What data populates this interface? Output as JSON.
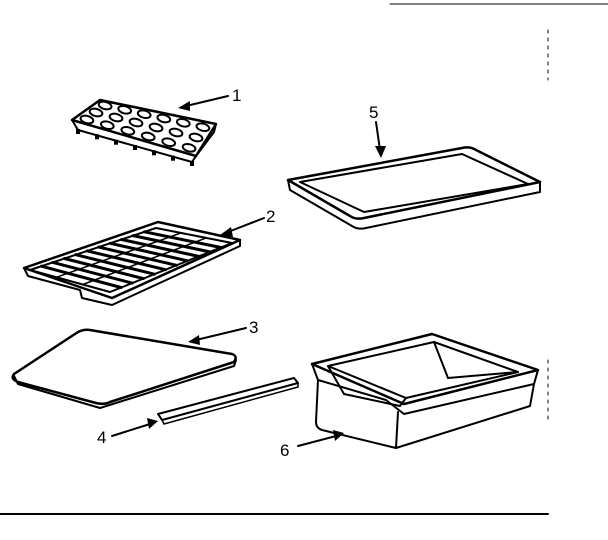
{
  "parts": [
    {
      "id": "ice-tray",
      "label": "1"
    },
    {
      "id": "wire-shelf",
      "label": "2"
    },
    {
      "id": "glass-shelf",
      "label": "3"
    },
    {
      "id": "shelf-trim",
      "label": "4"
    },
    {
      "id": "tray",
      "label": "5"
    },
    {
      "id": "crisper-drawer",
      "label": "6"
    }
  ],
  "colors": {
    "ink": "#000000",
    "background": "#ffffff"
  }
}
